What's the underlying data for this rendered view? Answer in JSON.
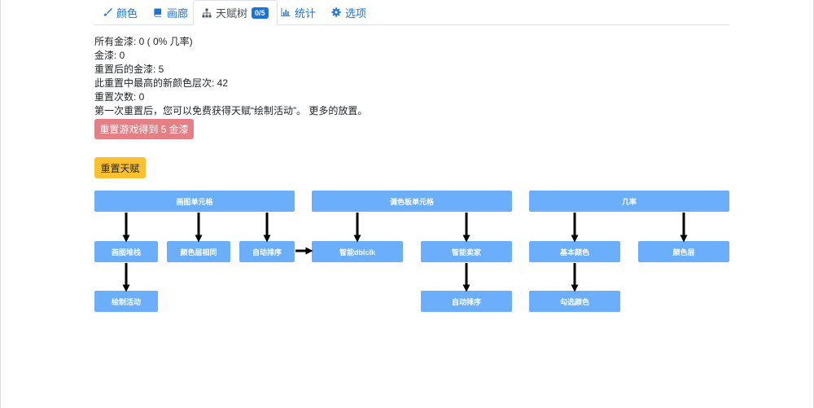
{
  "tabs": [
    {
      "label": "颜色",
      "icon": "paint-brush-icon"
    },
    {
      "label": "画廊",
      "icon": "book-icon"
    },
    {
      "label": "天赋树",
      "icon": "sitemap-icon",
      "badge": "0/5",
      "active": true
    },
    {
      "label": "统计",
      "icon": "bar-chart-icon"
    },
    {
      "label": "选项",
      "icon": "gear-icon"
    }
  ],
  "stats": {
    "line1": "所有金漆: 0 ( 0% 几率)",
    "line2": "金漆: 0",
    "line3": "重置后的金漆: 5",
    "line4": "此重置中最高的新颜色层次: 42",
    "line5": "重置次数: 0",
    "line6": "第一次重置后，您可以免费获得天赋“绘制活动”。 更多的放置。"
  },
  "buttons": {
    "reset_game": "重置游戏得到 5 金漆",
    "reset_talent": "重置天赋"
  },
  "tree": {
    "headers": [
      "画图单元格",
      "调色板单元格",
      "几率"
    ],
    "row1": [
      "画图堆栈",
      "颜色层相同",
      "自动排序",
      "智能dblclk",
      "智能卖家",
      "基本颜色",
      "颜色层"
    ],
    "row2": [
      "绘制活动",
      "自动排序",
      "勾选颜色"
    ]
  },
  "colors": {
    "accent": "#1a73d9",
    "node": "#6aaefc",
    "reset_game_button": "#e57f86",
    "reset_talent_button": "#fbc02d"
  }
}
